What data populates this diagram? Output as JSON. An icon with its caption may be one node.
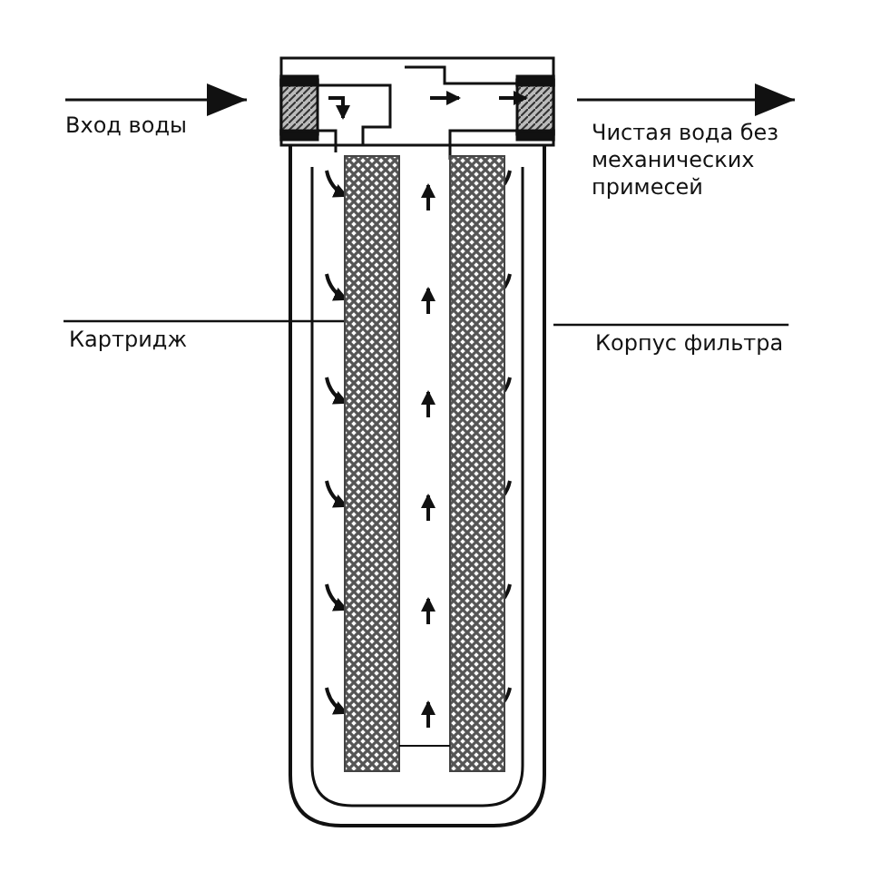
{
  "diagram": {
    "nodes": [
      {
        "text": [],
        "shape": "box"
      },
      {
        "text": [],
        "shape": "box",
        "in": 0
      },
      {
        "text": [
          "Картридж"
        ]
      },
      {
        "text": [
          "Корпус фильтра"
        ]
      }
    ],
    "edges": [
      {
        "from": 2,
        "to": 1,
        "arrow": "none"
      },
      {
        "from": 3,
        "to": 0,
        "arrow": "none"
      }
    ],
    "labels": [
      "Вход воды",
      "Чистая вода без механических примесей"
    ]
  }
}
